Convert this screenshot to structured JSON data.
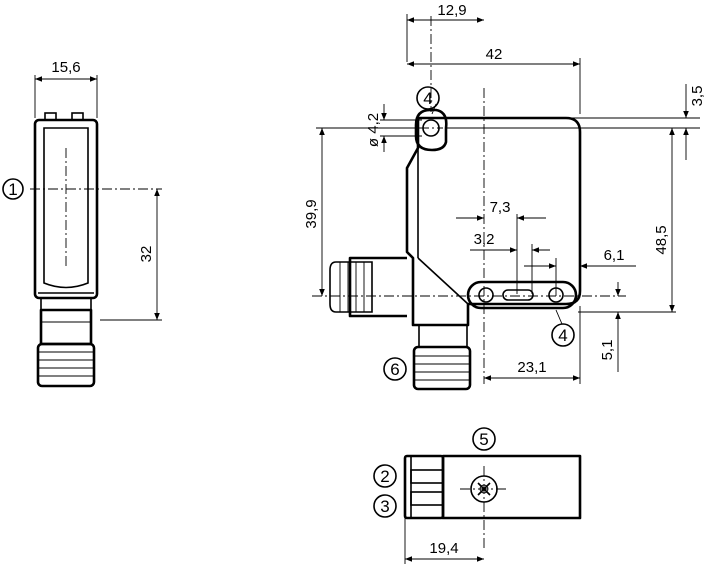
{
  "dimensions": {
    "side_width": "15,6",
    "side_height": "32",
    "front_offset_top": "12,9",
    "front_width": "42",
    "hole_diameter": "ø 4,2",
    "front_top_offset": "3,5",
    "front_height_left": "39,9",
    "front_height_right": "48,5",
    "lens_spacing_a": "7,3",
    "lens_spacing_b": "3,2",
    "edge_offset": "6,1",
    "bottom_offset": "5,1",
    "bottom_width": "23,1",
    "bottom_view_width": "19,4"
  },
  "callouts": {
    "c1": "1",
    "c2": "2",
    "c3": "3",
    "c4_top": "4",
    "c4_bottom": "4",
    "c5": "5",
    "c6": "6"
  }
}
